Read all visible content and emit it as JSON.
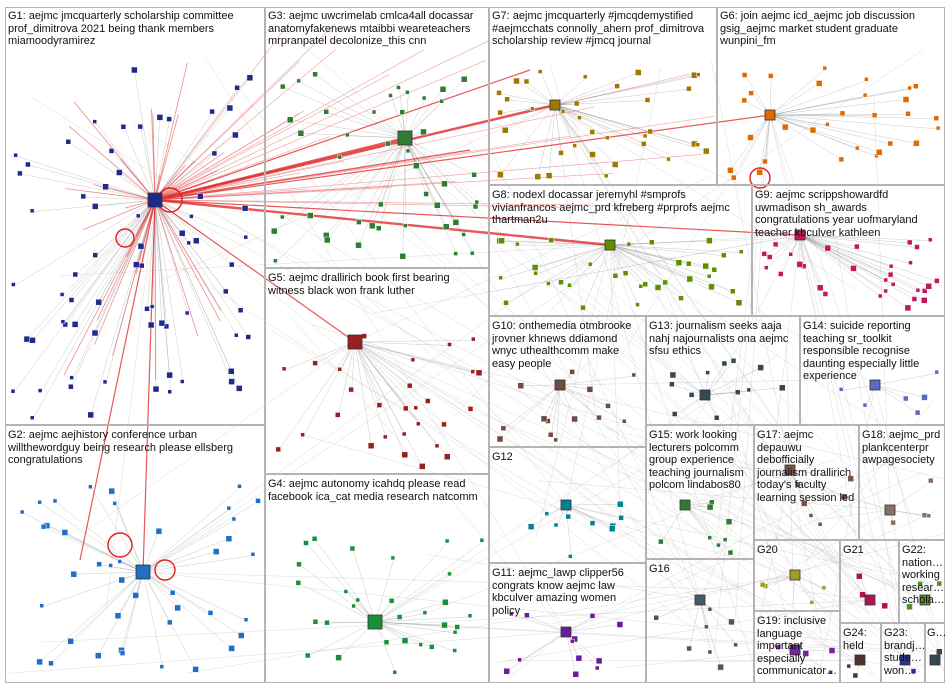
{
  "graph": {
    "groups": [
      {
        "id": "G1",
        "label": "G1: aejmc jmcquarterly scholarship committee prof_dimitrova 2021 being thank members miamoodyramirez",
        "color": "#1f2a8a"
      },
      {
        "id": "G2",
        "label": "G2: aejmc aejhistory conference urban willthewordguy being research please ellsberg congratulations",
        "color": "#1f6fc4"
      },
      {
        "id": "G3",
        "label": "G3: aejmc uwcrimelab cmlca4all docassar anatomyfakenews mtaibbi weareteachers mrpranpatel decolonize_this cnn",
        "color": "#2e7d32"
      },
      {
        "id": "G4",
        "label": "G4: aejmc autonomy icahdq please read facebook ica_cat media research natcomm",
        "color": "#1b8f3a"
      },
      {
        "id": "G5",
        "label": "G5: aejmc drallirich book first bearing witness black won frank luther",
        "color": "#9a1f1f"
      },
      {
        "id": "G6",
        "label": "G6: join aejmc icd_aejmc job discussion gsig_aejmc market student graduate wunpini_fm",
        "color": "#e06a00"
      },
      {
        "id": "G7",
        "label": "G7: aejmc jmcquarterly #jmcqdemystified #aejmcchats connolly_ahern prof_dimitrova scholarship review #jmcq journal",
        "color": "#a07800"
      },
      {
        "id": "G8",
        "label": "G8: nodexl docassar jeremyhl #smprofs vivianfrancos aejmc_prd kfreberg #prprofs aejmc thartman2u",
        "color": "#5f8f00"
      },
      {
        "id": "G9",
        "label": "G9: aejmc scrippshowardfd uwmadison sh_awards congratulations year uofmaryland teacher kbculver kathleen",
        "color": "#c2185b"
      },
      {
        "id": "G10",
        "label": "G10: onthemedia otmbrooke jrovner khnews ddiamond wnyc uthealthcomm make easy people",
        "color": "#6d4c41"
      },
      {
        "id": "G11",
        "label": "G11: aejmc_lawp clipper56 congrats know aejmc law kbculver amazing women policy",
        "color": "#6a1b9a"
      },
      {
        "id": "G12",
        "label": "G12",
        "color": "#00838f"
      },
      {
        "id": "G13",
        "label": "G13: journalism seeks aaja nahj najournalists ona aejmc sfsu ethics",
        "color": "#37474f"
      },
      {
        "id": "G14",
        "label": "G14: suicide reporting teaching sr_toolkit responsible recognise daunting especially little experience",
        "color": "#5c6bc0"
      },
      {
        "id": "G15",
        "label": "G15: work looking lecturers polcomm group experience teaching journalism polcom lindabos80",
        "color": "#2e7d32"
      },
      {
        "id": "G16",
        "label": "G16",
        "color": "#455a64"
      },
      {
        "id": "G17",
        "label": "G17: aejmc depauwu debofficially journalism drallirich today's faculty learning session led",
        "color": "#795548"
      },
      {
        "id": "G18",
        "label": "G18: aejmc_prd plankcenterpr awpagesociety",
        "color": "#8d6e63"
      },
      {
        "id": "G19",
        "label": "G19: inclusive language important especially communicator…",
        "color": "#7b1fa2"
      },
      {
        "id": "G20",
        "label": "G20",
        "color": "#9e9d24"
      },
      {
        "id": "G21",
        "label": "G21",
        "color": "#ad1457"
      },
      {
        "id": "G22",
        "label": "G22: nation… working resear… schola…",
        "color": "#558b2f"
      },
      {
        "id": "G23",
        "label": "G23: brandj… stude… won…",
        "color": "#283593"
      },
      {
        "id": "G24",
        "label": "G24: held",
        "color": "#4e342e"
      },
      {
        "id": "G25",
        "label": "G…",
        "color": "#37474f"
      }
    ]
  }
}
